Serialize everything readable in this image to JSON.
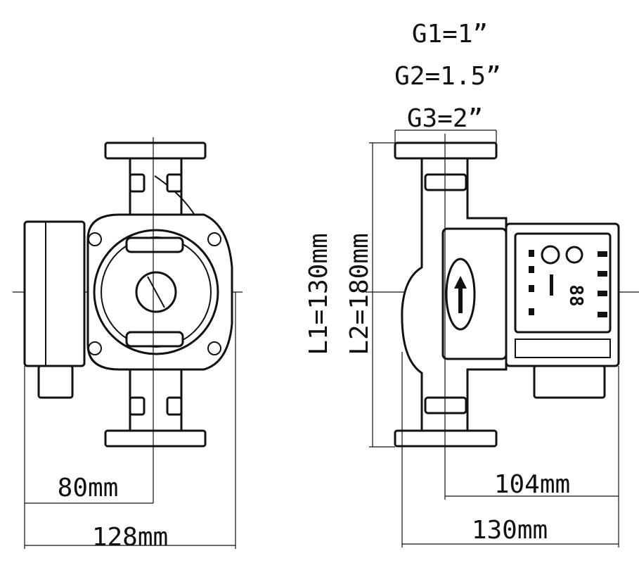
{
  "connections": {
    "g1": "G1=1”",
    "g2": "G2=1.5”",
    "g3": "G3=2”"
  },
  "lengths": {
    "l1": "L1=130mm",
    "l2": "L2=180mm"
  },
  "front_view": {
    "width_to_axis": "80mm",
    "total_width": "128mm"
  },
  "side_view": {
    "depth_to_box": "104mm",
    "total_depth": "130mm",
    "display_digits": "88"
  }
}
